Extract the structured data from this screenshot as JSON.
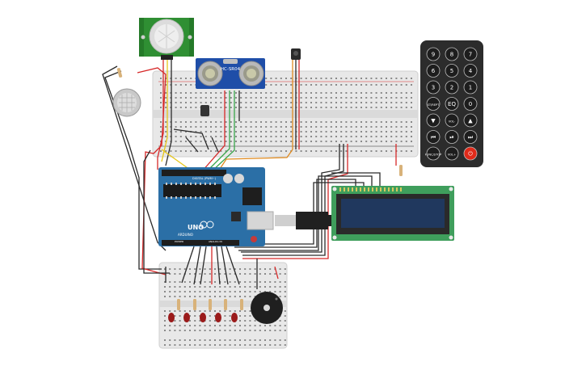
{
  "diagram": {
    "ultrasonic_label": "HC-SR04",
    "arduino_board_label": "UNO",
    "arduino_brand": "ARDUINO",
    "arduino_power_header": "POWER",
    "arduino_analog_header": "ANALOG IN",
    "arduino_digital_header": "DIGITAL (PWM~)",
    "remote_buttons": [
      "9",
      "8",
      "7",
      "6",
      "5",
      "4",
      "3",
      "2",
      "1",
      "ST/REPT",
      "EQ",
      "0",
      "▼",
      "VOL-",
      "▲",
      "⏮",
      "⏯",
      "⏭",
      "FUNC/STOP",
      "VOL+",
      "⏻"
    ],
    "colors": {
      "breadboard": "#e9e9e9",
      "arduino": "#2b6fa6",
      "lcd_pcb": "#3f9e5c",
      "lcd_screen": "#20385e",
      "remote": "#2c2c2c",
      "pir_pcb": "#2f8f33",
      "ultrasonic_pcb": "#1f4ea8",
      "wire_red": "#d62828",
      "wire_black": "#2a2a2a",
      "wire_orange": "#e08a1e",
      "wire_green": "#3aa64b",
      "wire_yellow": "#e6c619"
    }
  }
}
